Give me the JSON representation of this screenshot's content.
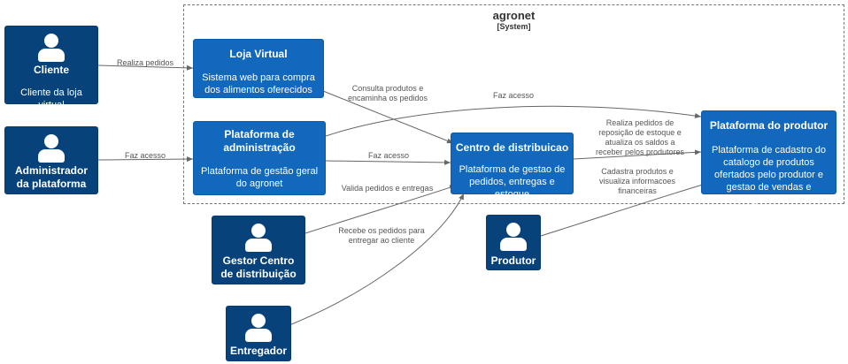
{
  "system": {
    "name": "agronet",
    "type": "[System]"
  },
  "persons": {
    "cliente": {
      "name": "Cliente",
      "description": "Cliente da loja virtual"
    },
    "administrador": {
      "name": "Administrador da plataforma"
    },
    "gestor": {
      "name": "Gestor Centro de distribuição"
    },
    "entregador": {
      "name": "Entregador"
    },
    "produtor": {
      "name": "Produtor"
    }
  },
  "containers": {
    "loja": {
      "name": "Loja Virtual",
      "description": "Sistema web para compra dos alimentos oferecidos"
    },
    "admin": {
      "name": "Plataforma de administração",
      "description": "Plataforma de gestão geral do agronet"
    },
    "centro": {
      "name": "Centro de distribuicao",
      "description": "Plataforma de gestao de pedidos, entregas e estoque"
    },
    "produtor": {
      "name": "Plataforma do produtor",
      "description": "Plataforma de cadastro do catalogo de produtos ofertados pelo produtor e gestao de vendas e pagamentos"
    }
  },
  "relations": {
    "cliente_loja": "Realiza pedidos",
    "administrador_admin": "Faz acesso",
    "loja_centro": "Consulta produtos e encaminha os pedidos",
    "admin_produtor": "Faz acesso",
    "admin_centro": "Faz acesso",
    "centro_produtor": "Realiza pedidos de reposição de estoque e atualiza os saldos a receber pelos produtores",
    "produtor_plataforma": "Cadastra produtos e visualiza informacoes financeiras",
    "gestor_centro": "Valida pedidos e entregas",
    "entregador_centro": "Recebe os pedidos para entregar ao cliente"
  },
  "colors": {
    "person": "#08427b",
    "container": "#1168bd",
    "line": "#666666"
  }
}
